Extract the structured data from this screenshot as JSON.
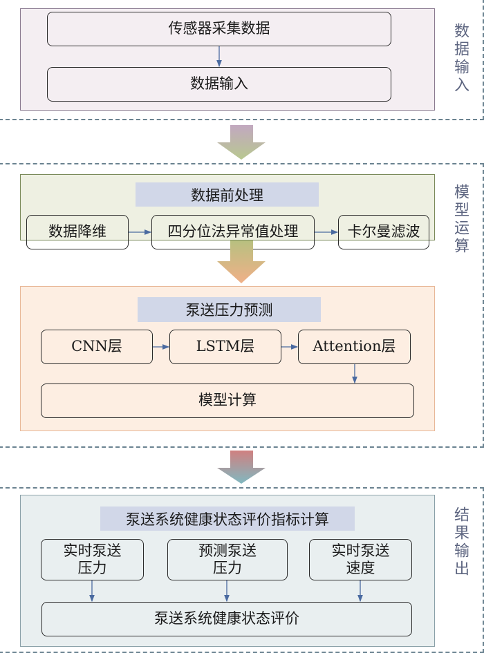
{
  "sections": {
    "input": {
      "label": "数据输入",
      "boxes": [
        "传感器采集数据",
        "数据输入"
      ]
    },
    "model": {
      "label": "模型运算",
      "preprocess": {
        "title": "数据前处理",
        "boxes": [
          "数据降维",
          "四分位法异常值处理",
          "卡尔曼滤波"
        ]
      },
      "prediction": {
        "title": "泵送压力预测",
        "boxes": [
          "CNN层",
          "LSTM层",
          "Attention层"
        ],
        "bottom": "模型计算"
      }
    },
    "output": {
      "label": "结果输出",
      "title": "泵送系统健康状态评价指标计算",
      "boxes": [
        "实时泵送\n压力",
        "预测泵送\n压力",
        "实时泵送\n速度"
      ],
      "box_lines": [
        [
          "实时泵送",
          "压力"
        ],
        [
          "预测泵送",
          "压力"
        ],
        [
          "实时泵送",
          "速度"
        ]
      ],
      "bottom": "泵送系统健康状态评价"
    }
  },
  "colors": {
    "input_panel": "#f4eef2",
    "preprocess_panel": "#eef0e2",
    "prediction_panel": "#fdeee2",
    "output_panel": "#e9eff0",
    "dash_border": "#6a8290",
    "connector": "#4a6aa0"
  }
}
